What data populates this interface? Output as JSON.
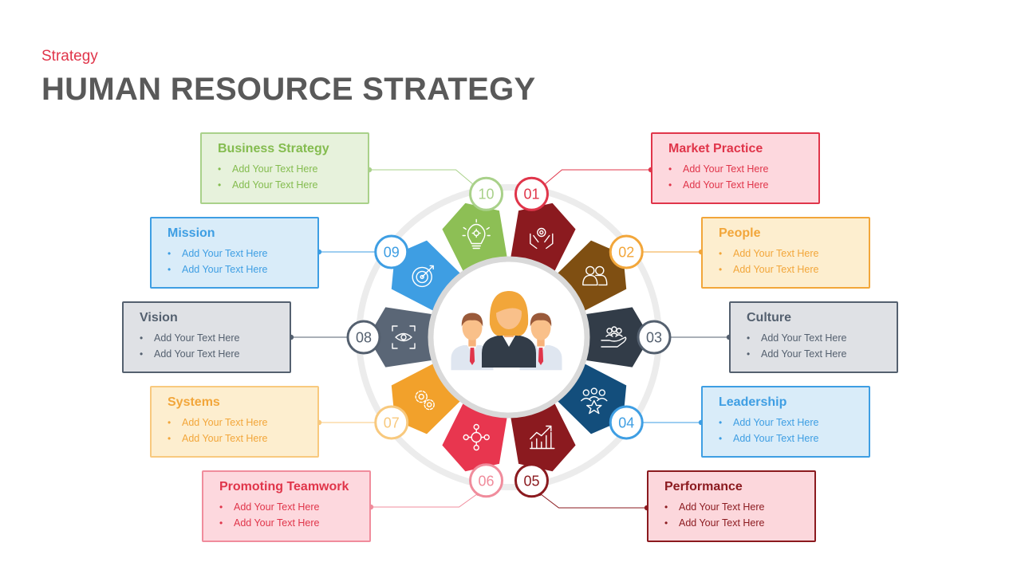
{
  "header": {
    "subtitle": "Strategy",
    "title": "HUMAN RESOURCE STRATEGY"
  },
  "colors": {
    "ring": "#ececec",
    "center_border": "#d9d9d9"
  },
  "items": [
    {
      "num": "01",
      "title": "Market Practice",
      "bullets": [
        "Add Your Text Here",
        "Add Your Text Here"
      ],
      "color": "#8b1a1f",
      "accent": "#e0354a",
      "text_color": "#e0354a",
      "bullet_color": "#e0354a",
      "card_bg": "#fdd8de",
      "icon": "hands-gear-icon"
    },
    {
      "num": "02",
      "title": "People",
      "bullets": [
        "Add Your Text Here",
        "Add Your Text Here"
      ],
      "color": "#7f4f12",
      "accent": "#f2a63a",
      "text_color": "#f2a63a",
      "bullet_color": "#f2a63a",
      "card_bg": "#fdeecf",
      "icon": "people-icon"
    },
    {
      "num": "03",
      "title": "Culture",
      "bullets": [
        "Add Your Text Here",
        "Add Your Text Here"
      ],
      "color": "#323c48",
      "accent": "#54606f",
      "text_color": "#54606f",
      "bullet_color": "#54606f",
      "card_bg": "#dfe1e5",
      "icon": "hand-group-icon"
    },
    {
      "num": "04",
      "title": "Leadership",
      "bullets": [
        "Add Your Text Here",
        "Add Your Text Here"
      ],
      "color": "#134e7c",
      "accent": "#3e9ee3",
      "text_color": "#3e9ee3",
      "bullet_color": "#3e9ee3",
      "card_bg": "#d9ecf9",
      "icon": "team-star-icon"
    },
    {
      "num": "05",
      "title": "Performance",
      "bullets": [
        "Add Your Text Here",
        "Add Your Text Here"
      ],
      "color": "#8b1a1f",
      "accent": "#8b1a1f",
      "text_color": "#8b1a1f",
      "bullet_color": "#8b1a1f",
      "card_bg": "#fcd7dc",
      "icon": "growth-chart-icon"
    },
    {
      "num": "06",
      "title": "Promoting Teamwork",
      "bullets": [
        "Add Your Text Here",
        "Add Your Text Here"
      ],
      "color": "#e8364f",
      "accent": "#f08c9c",
      "text_color": "#e0354a",
      "bullet_color": "#e0354a",
      "card_bg": "#fdd8de",
      "icon": "network-icon"
    },
    {
      "num": "07",
      "title": "Systems",
      "bullets": [
        "Add Your Text Here",
        "Add Your Text Here"
      ],
      "color": "#f2a12b",
      "accent": "#f8c97e",
      "text_color": "#f2a63a",
      "bullet_color": "#f2a63a",
      "card_bg": "#fdeecf",
      "icon": "gears-icon"
    },
    {
      "num": "08",
      "title": "Vision",
      "bullets": [
        "Add Your Text Here",
        "Add Your Text Here"
      ],
      "color": "#5a6676",
      "accent": "#54606f",
      "text_color": "#54606f",
      "bullet_color": "#54606f",
      "card_bg": "#dfe1e5",
      "icon": "eye-focus-icon"
    },
    {
      "num": "09",
      "title": "Mission",
      "bullets": [
        "Add Your Text Here",
        "Add Your Text Here"
      ],
      "color": "#3e9ee3",
      "accent": "#3e9ee3",
      "text_color": "#3e9ee3",
      "bullet_color": "#3e9ee3",
      "card_bg": "#d9ecf9",
      "icon": "target-icon"
    },
    {
      "num": "10",
      "title": "Business Strategy",
      "bullets": [
        "Add Your Text Here",
        "Add Your Text Here"
      ],
      "color": "#8dbf55",
      "accent": "#a9d18a",
      "text_color": "#84bc4f",
      "bullet_color": "#84bc4f",
      "card_bg": "#e7f2dc",
      "icon": "lightbulb-icon"
    }
  ]
}
